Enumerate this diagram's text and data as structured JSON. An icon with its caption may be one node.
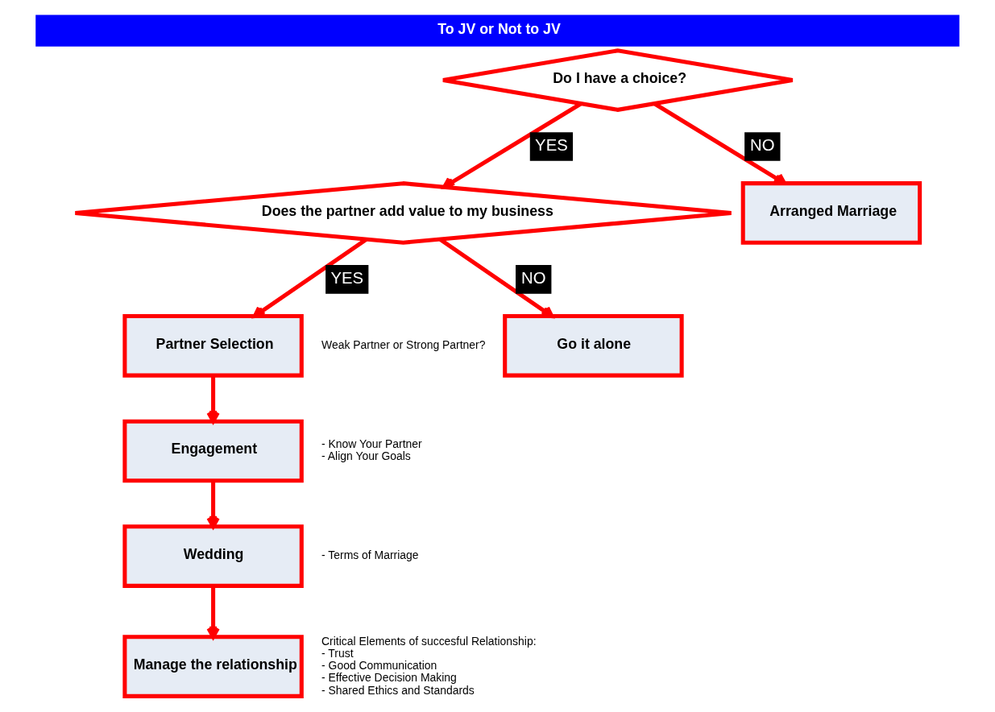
{
  "diagram": {
    "title": "To JV or Not to JV",
    "nodes": [
      {
        "text": [
          "Do I have a choice?"
        ]
      },
      {
        "text": [
          "Does the partner add value to my business"
        ]
      },
      {
        "text": [
          "Arranged Marriage"
        ]
      },
      {
        "text": [
          "Partner Selection"
        ],
        "beside": [
          "Weak Partner or Strong Partner?"
        ]
      },
      {
        "text": [
          "Go it alone"
        ]
      },
      {
        "text": [
          "Engagement"
        ],
        "beside": [
          "- Know Your Partner",
          "- Align Your Goals"
        ]
      },
      {
        "text": [
          "Wedding"
        ],
        "beside": [
          "- Terms of Marriage"
        ]
      },
      {
        "text": [
          "Manage the relationship"
        ],
        "beside": [
          "Critical Elements of succesful Relationship:",
          "- Trust",
          "- Good Communication",
          "- Effective Decision Making",
          "- Shared Ethics and Standards"
        ]
      }
    ],
    "edges": [
      {
        "from": 0,
        "to": 1,
        "arrow": "to",
        "label": "YES"
      },
      {
        "from": 0,
        "to": 2,
        "arrow": "to",
        "label": "NO"
      },
      {
        "from": 1,
        "to": 3,
        "arrow": "to",
        "label": "YES"
      },
      {
        "from": 1,
        "to": 4,
        "arrow": "to",
        "label": "NO"
      },
      {
        "from": 3,
        "to": 5,
        "arrow": "to"
      },
      {
        "from": 5,
        "to": 6,
        "arrow": "to"
      },
      {
        "from": 6,
        "to": 7,
        "arrow": "to"
      }
    ]
  }
}
